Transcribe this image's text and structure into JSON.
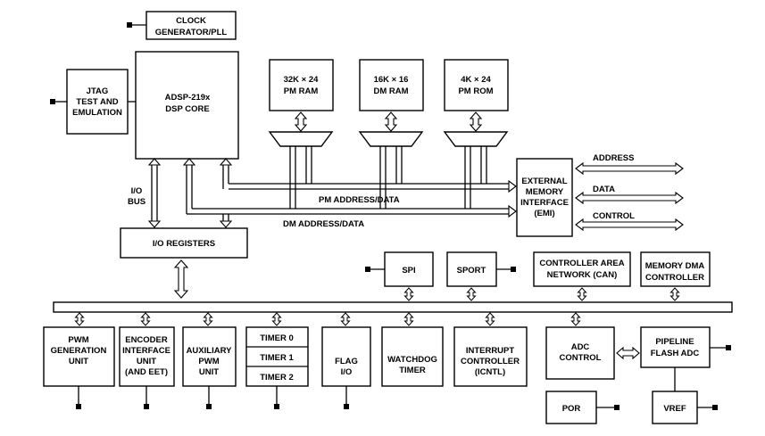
{
  "blocks": {
    "clock": [
      "CLOCK",
      "GENERATOR/PLL"
    ],
    "jtag": [
      "JTAG",
      "TEST AND",
      "EMULATION"
    ],
    "dsp_core": [
      "ADSP-219x",
      "DSP CORE"
    ],
    "pm_ram": [
      "32K × 24",
      "PM RAM"
    ],
    "dm_ram": [
      "16K × 16",
      "DM RAM"
    ],
    "pm_rom": [
      "4K × 24",
      "PM ROM"
    ],
    "emi": [
      "EXTERNAL",
      "MEMORY",
      "INTERFACE",
      "(EMI)"
    ],
    "io_registers": "I/O REGISTERS",
    "spi": "SPI",
    "sport": "SPORT",
    "can": [
      "CONTROLLER AREA",
      "NETWORK (CAN)"
    ],
    "memory_dma": [
      "MEMORY DMA",
      "CONTROLLER"
    ],
    "pwm": [
      "PWM",
      "GENERATION",
      "UNIT"
    ],
    "encoder": [
      "ENCODER",
      "INTERFACE",
      "UNIT",
      "(AND EET)"
    ],
    "aux_pwm": [
      "AUXILIARY",
      "PWM",
      "UNIT"
    ],
    "timers": [
      "TIMER 0",
      "TIMER 1",
      "TIMER 2"
    ],
    "flag_io": [
      "FLAG",
      "I/O"
    ],
    "watchdog": [
      "WATCHDOG",
      "TIMER"
    ],
    "interrupt": [
      "INTERRUPT",
      "CONTROLLER",
      "(ICNTL)"
    ],
    "adc_control": [
      "ADC",
      "CONTROL"
    ],
    "pipeline_adc": [
      "PIPELINE",
      "FLASH ADC"
    ],
    "por": "POR",
    "vref": "VREF"
  },
  "bus_labels": {
    "io_bus": [
      "I/O",
      "BUS"
    ],
    "pm_address_data": "PM ADDRESS/DATA",
    "dm_address_data": "DM ADDRESS/DATA",
    "address": "ADDRESS",
    "data": "DATA",
    "control": "CONTROL"
  }
}
